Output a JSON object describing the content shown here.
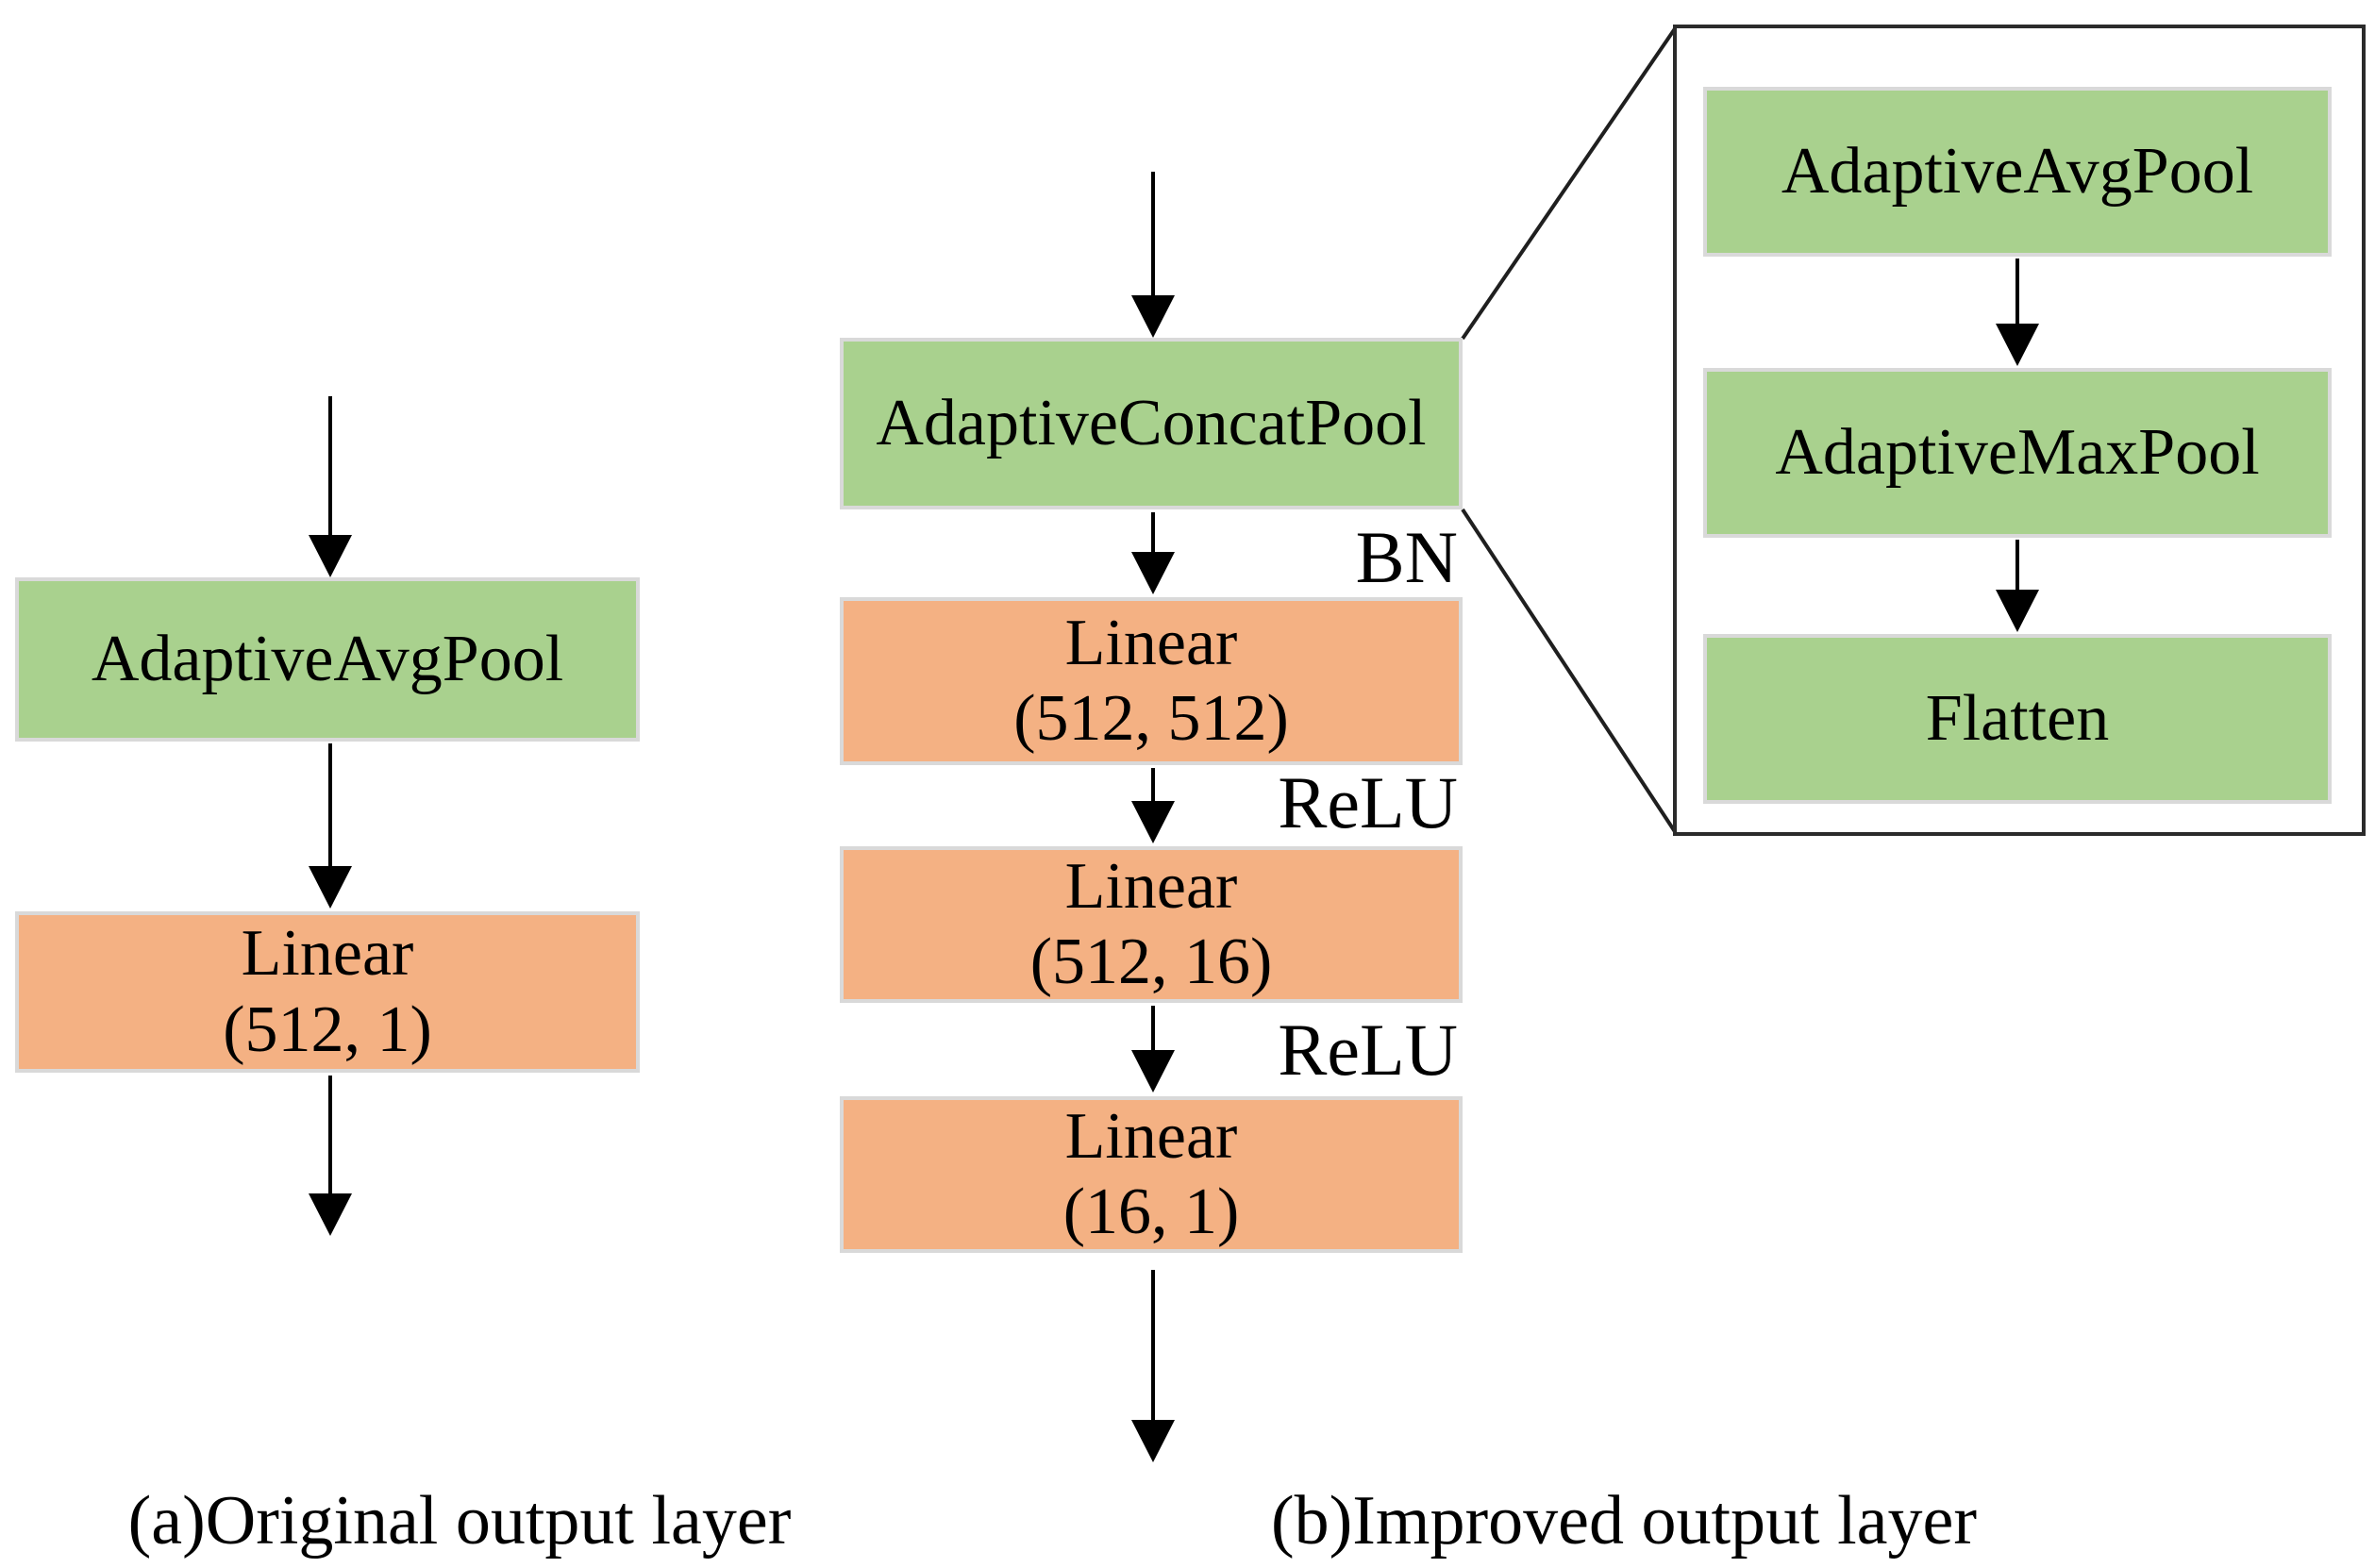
{
  "colors": {
    "pool_fill": "#a9d18e",
    "linear_fill": "#f4b183",
    "box_border": "#d9d9d9",
    "panel_border": "#2b2b2b",
    "arrow": "#000000"
  },
  "diagram_a": {
    "caption": "(a)Original output layer",
    "nodes": [
      {
        "label": "AdaptiveAvgPool"
      },
      {
        "label": "Linear",
        "params": "(512, 1)"
      }
    ]
  },
  "diagram_b": {
    "caption": "(b)Improved output layer",
    "nodes": [
      {
        "label": "AdaptiveConcatPool"
      },
      {
        "label": "Linear",
        "params": "(512, 512)",
        "edge_label": "BN"
      },
      {
        "label": "Linear",
        "params": "(512, 16)",
        "edge_label": "ReLU"
      },
      {
        "label": "Linear",
        "params": "(16, 1)",
        "edge_label": "ReLU"
      }
    ]
  },
  "detail_panel": {
    "nodes": [
      {
        "label": "AdaptiveAvgPool"
      },
      {
        "label": "AdaptiveMaxPool"
      },
      {
        "label": "Flatten"
      }
    ]
  }
}
